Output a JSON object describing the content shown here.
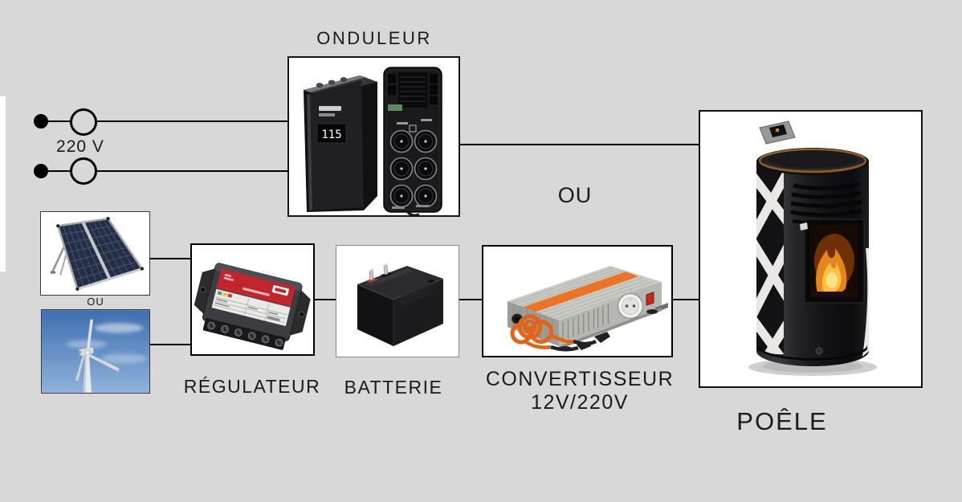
{
  "canvas": {
    "background": "#d8d8d8",
    "line_color": "#000000"
  },
  "mains": {
    "label": "220 V"
  },
  "onduleur": {
    "label": "ONDULEUR",
    "display_value": "115",
    "photo_icon": "ups-front-and-back-photo"
  },
  "or_main": {
    "label": "OU"
  },
  "sources": {
    "or_label": "OU",
    "solar_icon": "solar-panel-photo",
    "wind_icon": "wind-turbine-photo"
  },
  "regulateur": {
    "label": "RÉGULATEUR",
    "photo_icon": "charge-controller-photo",
    "accent_color": "#c0272d"
  },
  "batterie": {
    "label": "BATTERIE",
    "photo_icon": "lead-acid-battery-photo"
  },
  "convertisseur": {
    "label": "CONVERTISSEUR",
    "sublabel": "12V/220V",
    "photo_icon": "power-inverter-photo",
    "accent_color": "#e8742a"
  },
  "poele": {
    "label": "POÊLE",
    "photo_icon": "pellet-stove-photo"
  }
}
